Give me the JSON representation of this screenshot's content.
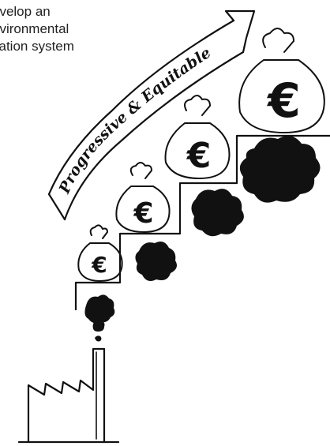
{
  "caption": {
    "line1": "evelop an",
    "line2": "nvironmental",
    "line3": "xation system"
  },
  "arrow": {
    "label": "Progressive & Equitable"
  },
  "bags": [
    {
      "symbol": "€"
    },
    {
      "symbol": "€"
    },
    {
      "symbol": "€"
    },
    {
      "symbol": "€"
    }
  ],
  "colors": {
    "ink": "#111111",
    "background": "#ffffff"
  }
}
